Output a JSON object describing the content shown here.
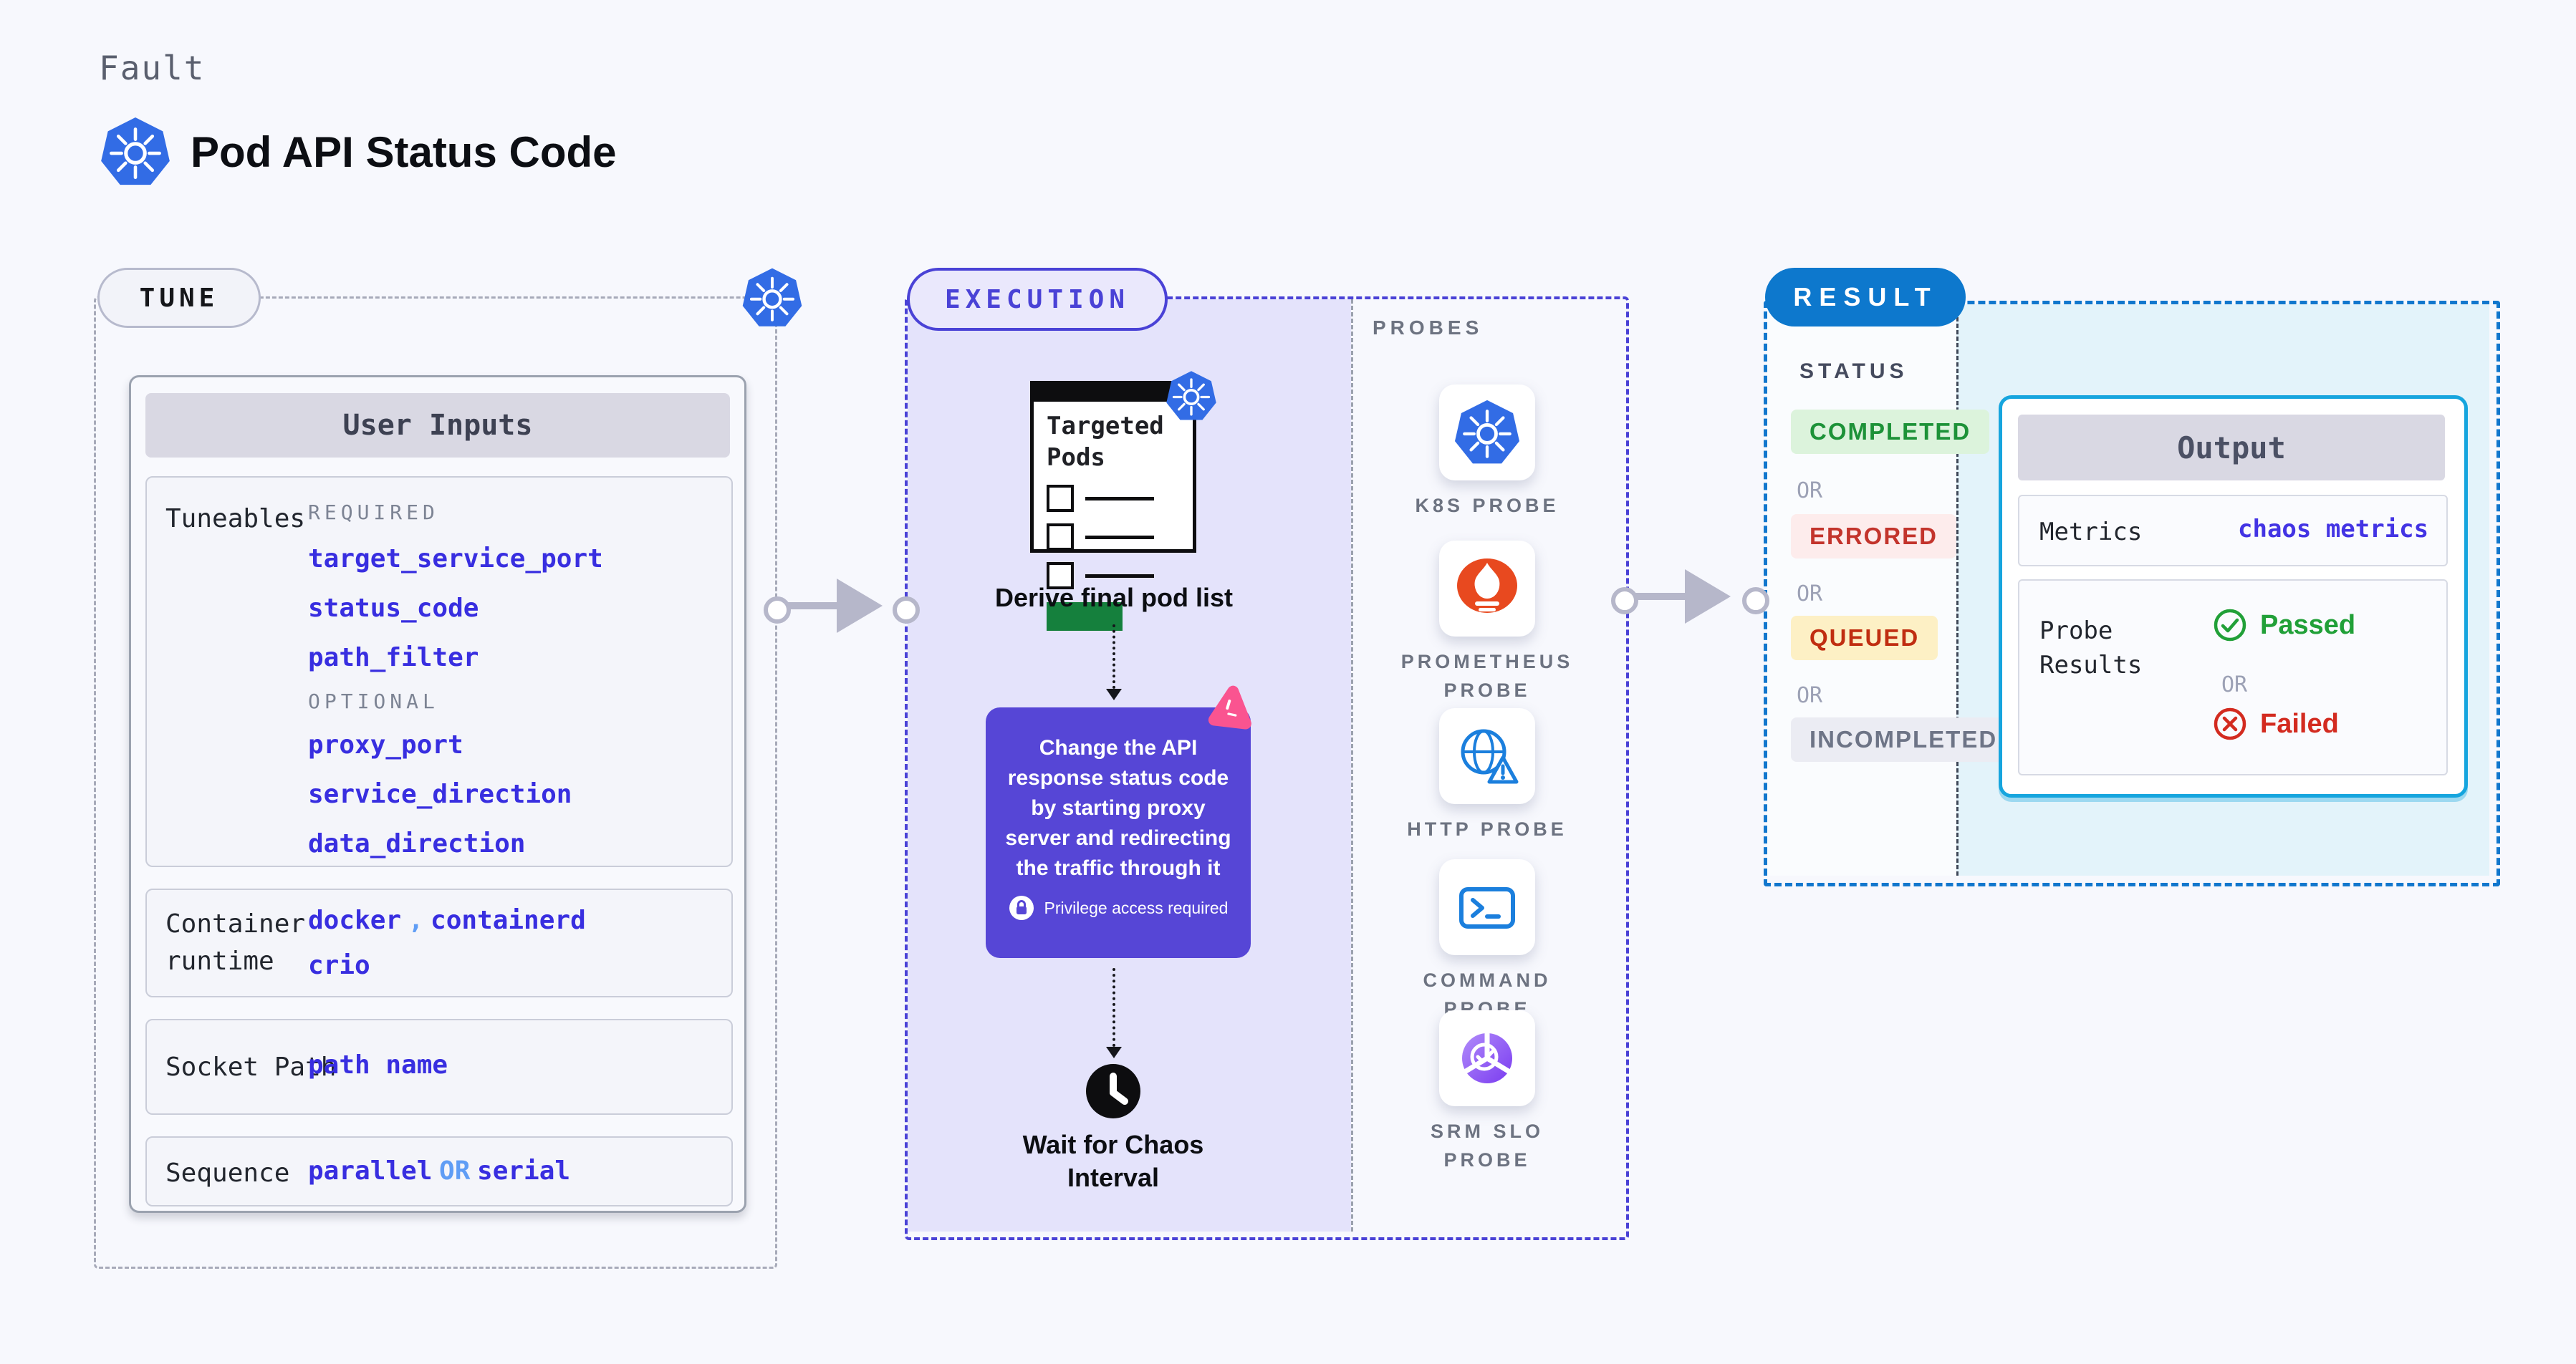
{
  "colors": {
    "page_bg": "#f7f8fd",
    "indigo_value": "#382ee0",
    "light_blue_value": "#5f9df5",
    "tune_border": "#a7aab9",
    "execution_accent": "#4a42d6",
    "execution_fill": "#e4e3fb",
    "purple_action_box": "#5646d6",
    "result_accent": "#1277cd",
    "result_badge_bg": "#0d78cd",
    "output_border": "#16a5de",
    "cyan_fill": "#e3f3fa",
    "passed_green": "#21a038",
    "failed_red": "#d32b20",
    "kubernetes_blue": "#326ce5",
    "prometheus_orange": "#e8491f",
    "pink_chaos_icon": "#fa5490",
    "arrow_gray": "#b6b7ca"
  },
  "header": {
    "eyebrow": "Fault",
    "title": "Pod API Status Code"
  },
  "tune": {
    "badge": "TUNE",
    "card_title": "User Inputs",
    "tuneables_label": "Tuneables",
    "required_label": "REQUIRED",
    "required": [
      "target_service_port",
      "status_code",
      "path_filter"
    ],
    "optional_label": "OPTIONAL",
    "optional": [
      "proxy_port",
      "service_direction",
      "data_direction"
    ],
    "runtime_label": "Container runtime",
    "runtime_value_1": "docker",
    "runtime_comma": ",",
    "runtime_value_2": "containerd",
    "runtime_value_3": "crio",
    "socket_label": "Socket Path",
    "socket_value": "path name",
    "sequence_label": "Sequence",
    "sequence_value_1": "parallel",
    "sequence_or": "OR",
    "sequence_value_2": "serial"
  },
  "execution": {
    "badge": "EXECUTION",
    "targeted_pods_title": "Targeted Pods",
    "derive_label": "Derive final pod list",
    "action_text": "Change the API response status code by starting proxy server and redirecting the traffic through it",
    "privilege_label": "Privilege access required",
    "wait_label": "Wait for Chaos Interval"
  },
  "probes": {
    "label": "PROBES",
    "items": [
      {
        "label": "K8S PROBE",
        "icon": "kubernetes-icon"
      },
      {
        "label": "PROMETHEUS PROBE",
        "icon": "prometheus-icon"
      },
      {
        "label": "HTTP PROBE",
        "icon": "http-globe-warning-icon"
      },
      {
        "label": "COMMAND PROBE",
        "icon": "terminal-icon"
      },
      {
        "label": "SRM SLO PROBE",
        "icon": "slo-donut-check-icon"
      }
    ]
  },
  "result": {
    "badge": "RESULT",
    "status_label": "STATUS",
    "or_label": "OR",
    "statuses": [
      {
        "label": "COMPLETED",
        "style": "color:#1d9238;background:#dcf3dc"
      },
      {
        "label": "ERRORED",
        "style": "color:#c3342c;background:#fdecec"
      },
      {
        "label": "QUEUED",
        "style": "color:#c02d10;background:#fdf0c5"
      },
      {
        "label": "INCOMPLETED",
        "style": "color:#6d7486;background:#ebecf3"
      }
    ],
    "output": {
      "title": "Output",
      "metrics_label": "Metrics",
      "metrics_value": "chaos metrics",
      "probe_results_label": "Probe Results",
      "passed_label": "Passed",
      "or_label": "OR",
      "failed_label": "Failed"
    }
  }
}
